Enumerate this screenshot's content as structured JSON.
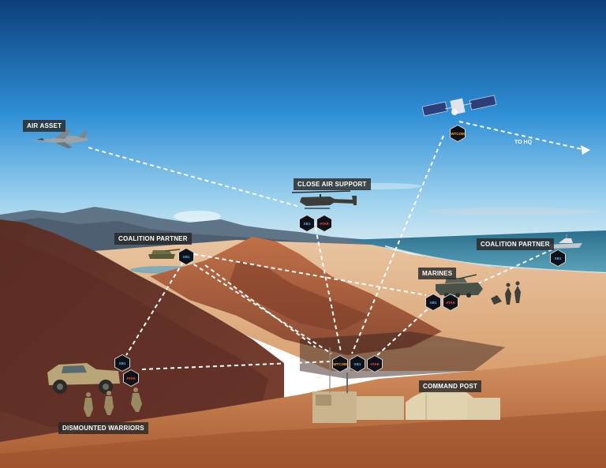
{
  "labels": {
    "air_asset": "AIR ASSET",
    "close_air_support": "CLOSE AIR SUPPORT",
    "coalition_partner_left": "COALITION PARTNER",
    "coalition_partner_right": "COALITION PARTNER",
    "marines": "MARINES",
    "command_post": "COMMAND POST",
    "dismounted_warriors": "DISMOUNTED WARRIORS",
    "to_hq": "TO HQ"
  },
  "badges": {
    "satellite": "WTCOM",
    "cas_1": "XB1",
    "cas_2": "ATAK",
    "coalition_left": "XB1",
    "coalition_right": "XB1",
    "marines_1": "XB1",
    "marines_2": "ATAK",
    "vehicle_1": "XB1",
    "vehicle_2": "ATAK",
    "command_1": "WTCOM",
    "command_2": "XB1",
    "command_3": "ATAK"
  },
  "colors": {
    "badge_blue": "#4fb6ff",
    "badge_red": "#ff4a4a",
    "badge_orange": "#ffb020",
    "link": "#ffffff"
  }
}
